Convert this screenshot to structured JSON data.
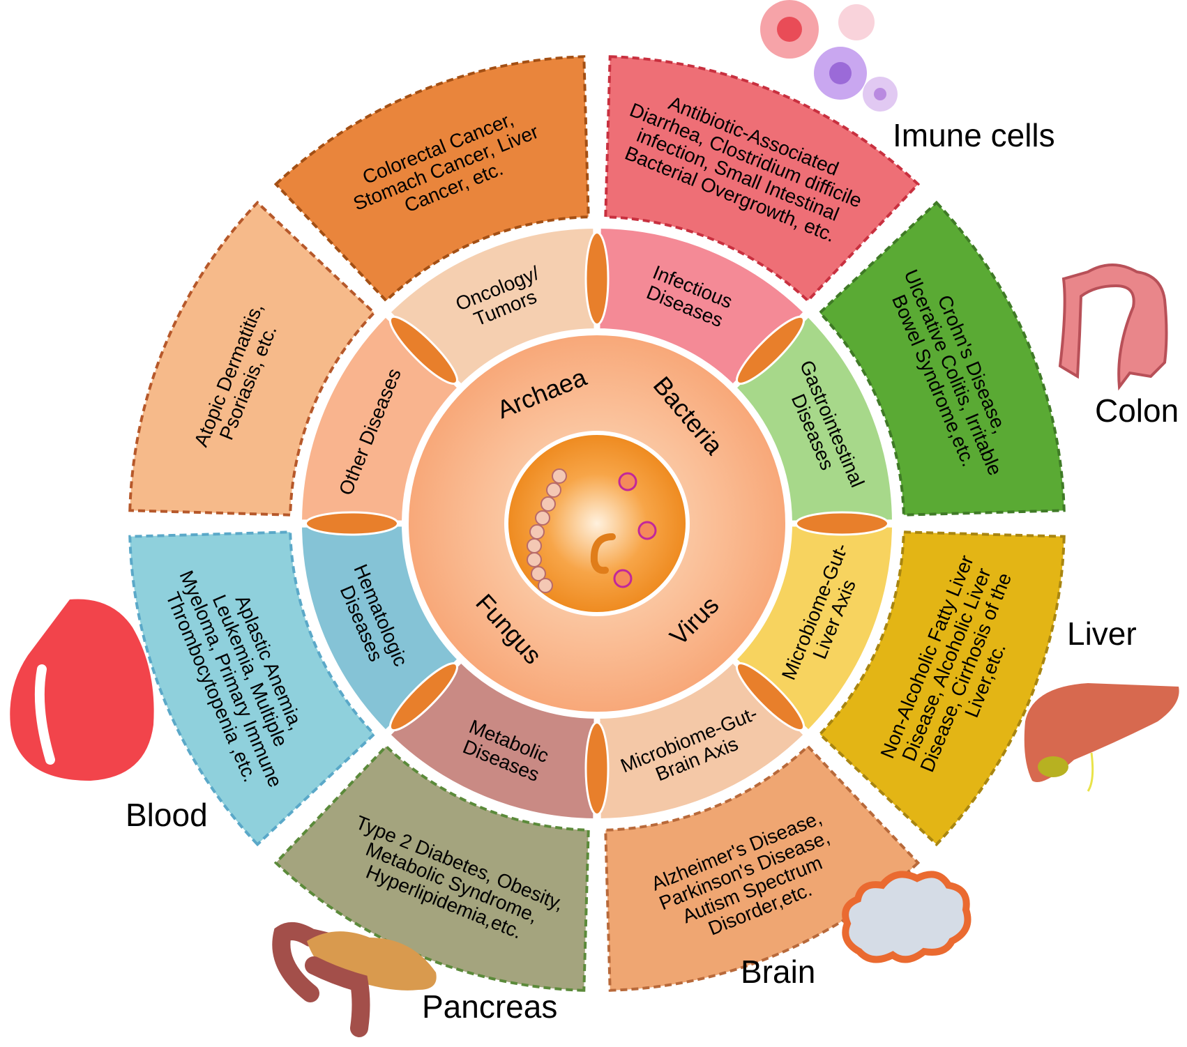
{
  "center": {
    "microbes": [
      "Archaea",
      "Bacteria",
      "Virus",
      "Fungus"
    ]
  },
  "segments": [
    {
      "key": "oncology",
      "category": [
        "Oncology/",
        "Tumors"
      ],
      "diseases": [
        "Colorectal Cancer,",
        "Stomach Cancer, Liver",
        "Cancer, etc."
      ]
    },
    {
      "key": "infectious",
      "category": [
        "Infectious",
        "Diseases"
      ],
      "diseases": [
        "Antibiotic-Associated",
        "Diarrhea, Clostridium difficile",
        "infection, Small Intestinal",
        "Bacterial Overgrowth, etc."
      ]
    },
    {
      "key": "gastro",
      "category": [
        "Gastrointestinal",
        "Diseases"
      ],
      "diseases": [
        "Crohn's Disease,",
        "Ulcerative Colitis, Irritable",
        "Bowel Syndrome,etc."
      ]
    },
    {
      "key": "liver",
      "category": [
        "Microbiome-Gut-",
        "Liver Axis"
      ],
      "diseases": [
        "Non-Alcoholic Fatty Liver",
        "Disease, Alcoholic Liver",
        "Disease, Cirrhosis of the",
        "Liver,etc."
      ]
    },
    {
      "key": "brain",
      "category": [
        "Microbiome-Gut-",
        "Brain Axis"
      ],
      "diseases": [
        "Alzheimer's Disease,",
        "Parkinson's Disease,",
        "Autism Spectrum",
        "Disorder,etc."
      ]
    },
    {
      "key": "metabolic",
      "category": [
        "Metabolic",
        "Diseases"
      ],
      "diseases": [
        "Type 2 Diabetes, Obesity,",
        "Metabolic Syndrome,",
        "Hyperlipidemia,etc."
      ]
    },
    {
      "key": "hematologic",
      "category": [
        "Hematologic",
        "Diseases"
      ],
      "diseases": [
        "Aplastic Anemia,",
        "Leukemia, Multiple",
        "Myeloma, Primary Immune",
        "Thrombocytopenia ,etc."
      ]
    },
    {
      "key": "other",
      "category": [
        "Other Diseases"
      ],
      "diseases": [
        "Atopic Dermatitis,",
        "Psoriasis, etc."
      ]
    }
  ],
  "organs": {
    "immune_cells": "Imune cells",
    "colon": "Colon",
    "liver": "Liver",
    "brain": "Brain",
    "pancreas": "Pancreas",
    "blood": "Blood"
  },
  "colors": {
    "oncology_inner": "#f48a96",
    "oncology_outer": "#ee6f76",
    "oncology_border": "#c8303f",
    "infectious_inner": "#a7d88a",
    "infectious_outer": "#5aaa34",
    "infectious_border": "#3f7a26",
    "gastro_inner": "#f7d35f",
    "gastro_outer": "#e3b515",
    "gastro_border": "#a88510",
    "liver_inner": "#f4c8a7",
    "liver_outer": "#efa672",
    "liver_border": "#b8693a",
    "brain_inner": "#c98a84",
    "brain_outer": "#a4a47e",
    "brain_border": "#5b8a3a",
    "metabolic_inner": "#85c3d6",
    "metabolic_outer": "#8fd0dc",
    "metabolic_border": "#5aa8c8",
    "hematologic_inner": "#f9b48e",
    "hematologic_outer": "#f6ba8a",
    "hematologic_border": "#b6582a",
    "other_inner": "#f5cfb0",
    "other_outer": "#e9853c",
    "other_border": "#a34f14",
    "core_disc": "#f9b98a",
    "center_disc": "#f29a3a",
    "connector": "#e87f2b"
  }
}
